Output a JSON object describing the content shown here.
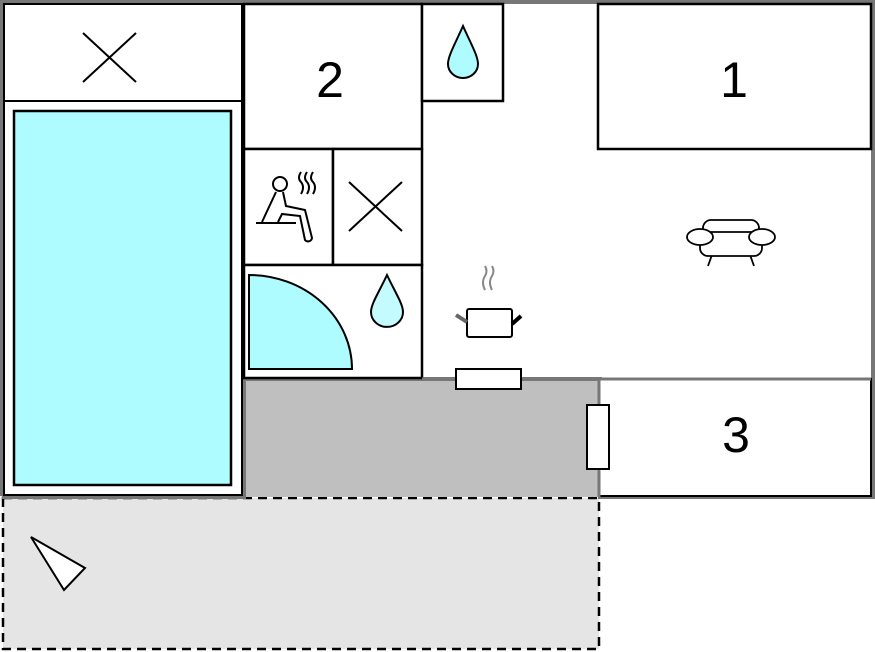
{
  "title": "Floor plan",
  "rooms": {
    "bedroom_1": {
      "label": "1"
    },
    "bedroom_2": {
      "label": "2"
    },
    "bedroom_3": {
      "label": "3"
    }
  },
  "icons": [
    "pool",
    "sauna-icon",
    "shower-icon",
    "water-drop-icon",
    "kitchen-pot-icon",
    "sofa-icon",
    "terrace-arrow-icon",
    "closed-x-icon"
  ],
  "colors": {
    "water": "#aefcff",
    "wall": "#777777",
    "covered_terrace": "#bfbfbf",
    "open_terrace": "#e5e5e5"
  }
}
